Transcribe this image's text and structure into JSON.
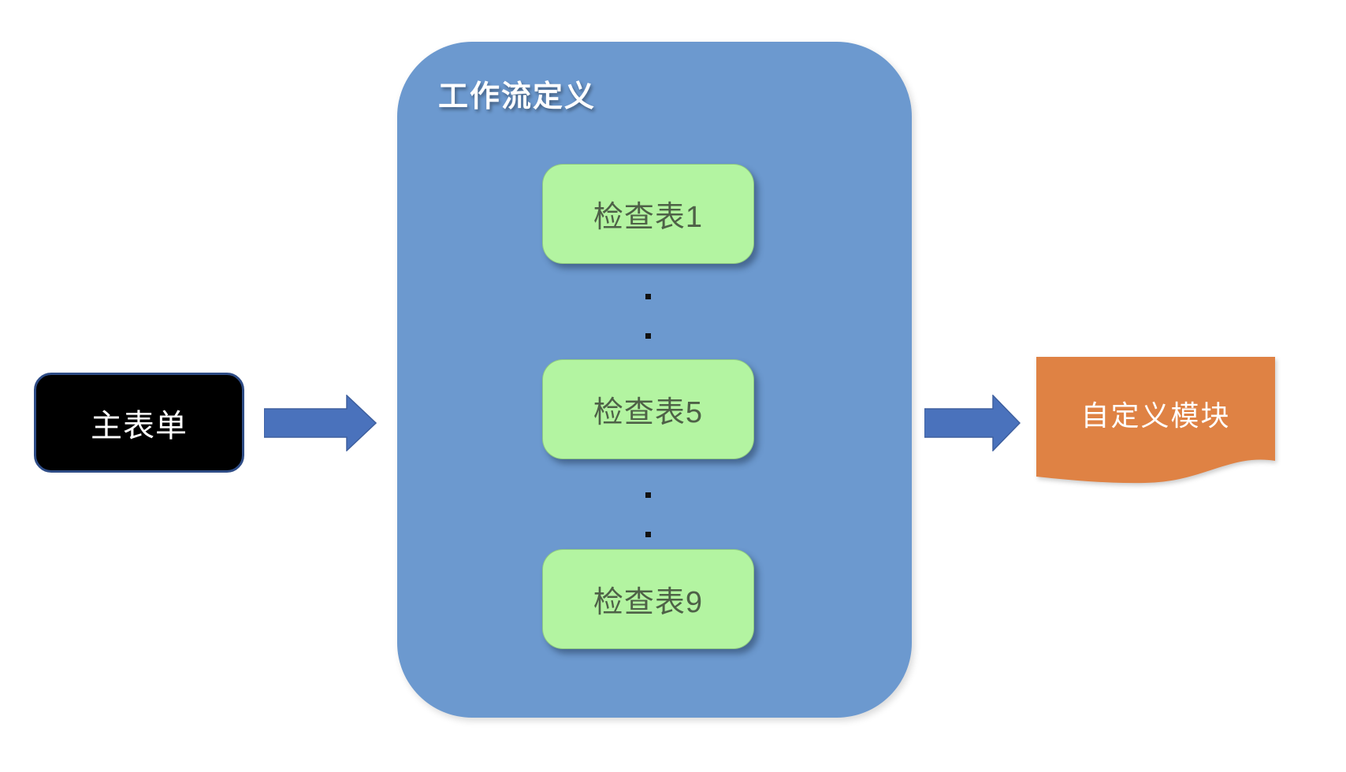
{
  "diagram": {
    "main_form": {
      "label": "主表单"
    },
    "workflow": {
      "title": "工作流定义",
      "checklists": [
        {
          "label": "检查表1"
        },
        {
          "label": "检查表5"
        },
        {
          "label": "检查表9"
        }
      ],
      "ellipsis_icon": "vertical-ellipsis-dots"
    },
    "custom_module": {
      "label": "自定义模块"
    },
    "arrow_icon": "right-arrow",
    "colors": {
      "workflow_bg": "#6C99CF",
      "checklist_bg": "#B3F4A1",
      "checklist_text": "#4E6147",
      "arrow_fill": "#4A72BC",
      "arrow_stroke": "#3E5F9E",
      "main_form_bg": "#000000",
      "main_form_border": "#2E4C86",
      "custom_module_bg": "#DF8244",
      "text_light": "#FFFFFF"
    }
  }
}
